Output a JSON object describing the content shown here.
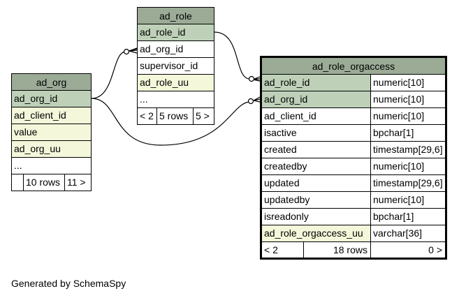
{
  "ad_role": {
    "title": "ad_role",
    "columns": [
      "ad_role_id",
      "ad_org_id",
      "supervisor_id",
      "ad_role_uu",
      "..."
    ],
    "footer": {
      "left": "< 2",
      "middle": "5 rows",
      "right": "5 >"
    }
  },
  "ad_org": {
    "title": "ad_org",
    "columns": [
      "ad_org_id",
      "ad_client_id",
      "value",
      "ad_org_uu",
      "..."
    ],
    "footer": {
      "left": "",
      "middle": "10 rows",
      "right": "11 >"
    }
  },
  "ad_role_orgaccess": {
    "title": "ad_role_orgaccess",
    "columns": [
      {
        "name": "ad_role_id",
        "type": "numeric[10]"
      },
      {
        "name": "ad_org_id",
        "type": "numeric[10]"
      },
      {
        "name": "ad_client_id",
        "type": "numeric[10]"
      },
      {
        "name": "isactive",
        "type": "bpchar[1]"
      },
      {
        "name": "created",
        "type": "timestamp[29,6]"
      },
      {
        "name": "createdby",
        "type": "numeric[10]"
      },
      {
        "name": "updated",
        "type": "timestamp[29,6]"
      },
      {
        "name": "updatedby",
        "type": "numeric[10]"
      },
      {
        "name": "isreadonly",
        "type": "bpchar[1]"
      },
      {
        "name": "ad_role_orgaccess_uu",
        "type": "varchar[36]"
      }
    ],
    "footer": {
      "left": "< 2",
      "middle": "18 rows",
      "right": "0 >"
    }
  },
  "credit": "Generated by SchemaSpy",
  "colors": {
    "header": "#9bab96",
    "primary_key": "#bed1b8",
    "indexed": "#f4f7da",
    "border": "#000000"
  }
}
